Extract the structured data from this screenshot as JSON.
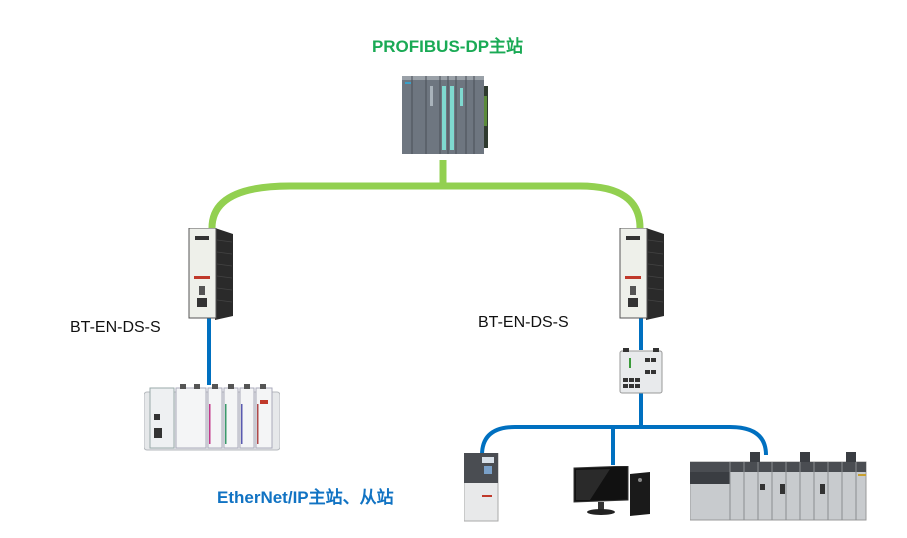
{
  "diagram": {
    "master_label": "PROFIBUS-DP主站",
    "ethernet_label": "EtherNet/IP主站、从站",
    "gateways": [
      {
        "id": "left",
        "label": "BT-EN-DS-S"
      },
      {
        "id": "right",
        "label": "BT-EN-DS-S"
      }
    ],
    "devices": [
      {
        "name": "profibus-master-plc",
        "type": "PLC rack (PROFIBUS-DP master)"
      },
      {
        "name": "gateway-left",
        "type": "BT-EN-DS-S gateway"
      },
      {
        "name": "gateway-right",
        "type": "BT-EN-DS-S gateway"
      },
      {
        "name": "compact-plc-rack",
        "type": "Compact I/O PLC"
      },
      {
        "name": "ethernet-switch",
        "type": "Industrial Ethernet switch"
      },
      {
        "name": "variable-frequency-drive",
        "type": "Drive"
      },
      {
        "name": "desktop-computer",
        "type": "PC"
      },
      {
        "name": "controllogix-rack",
        "type": "PLC chassis"
      }
    ],
    "colors": {
      "profibus_line": "#92d050",
      "ethernet_line": "#0070c0",
      "master_text": "#1aaa55",
      "ethernet_text": "#1173c3"
    }
  }
}
